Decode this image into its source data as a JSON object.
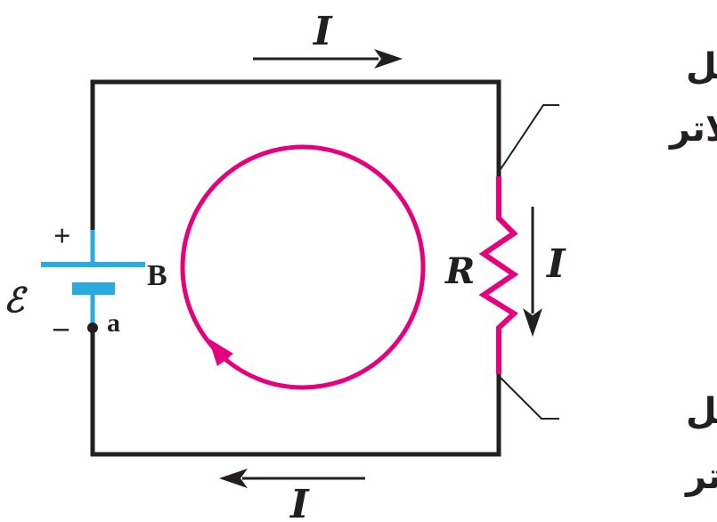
{
  "labels": {
    "current_top": "I",
    "current_right": "I",
    "current_bottom": "I",
    "emf": "ℰ",
    "plus": "+",
    "minus": "–",
    "point_b": "B",
    "point_a": "a",
    "resistor": "R",
    "higher_potential_line1": "پتانسیل",
    "higher_potential_line2": "بالاتر",
    "lower_potential_line1": "پتانسیل",
    "lower_potential_line2": "پایین‌تر"
  },
  "colors": {
    "wire": "#231f20",
    "battery": "#29abe2",
    "resistor": "#e6007e",
    "loop": "#e6007e"
  }
}
